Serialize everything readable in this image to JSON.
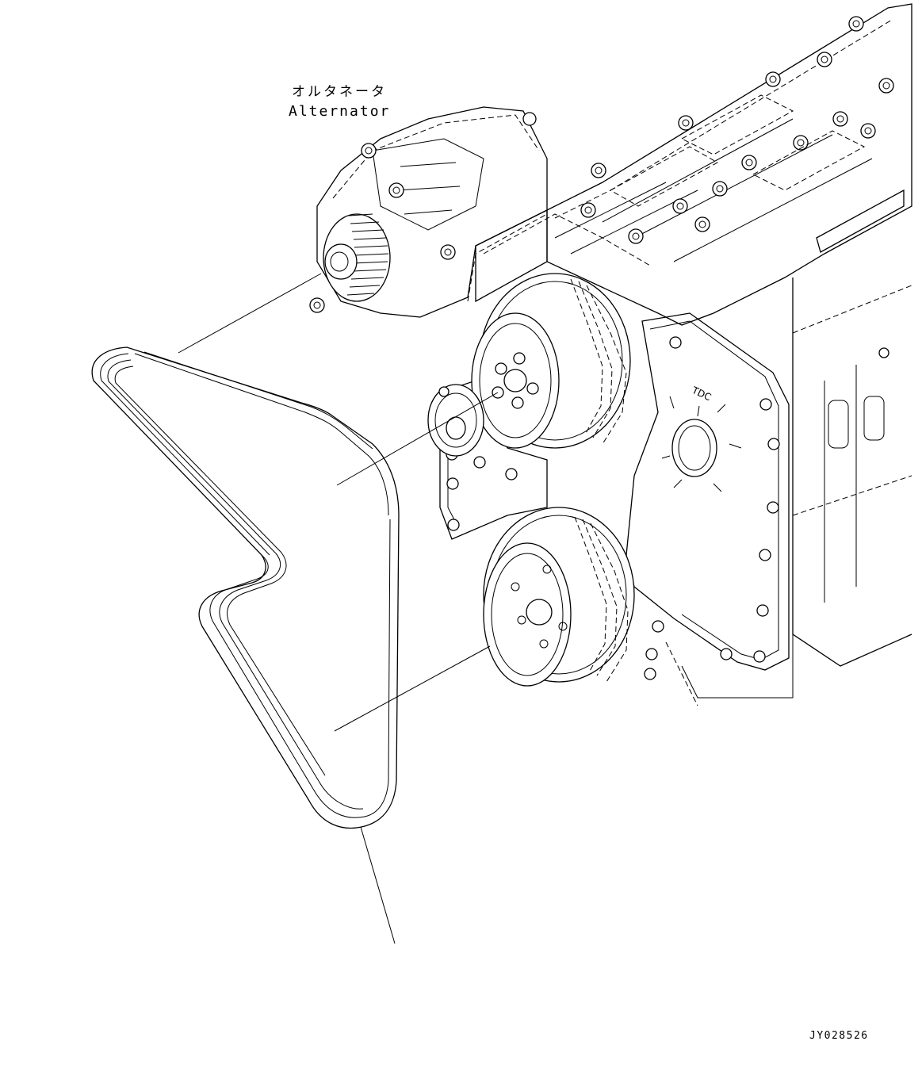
{
  "callouts": {
    "alternator_jp": "オルタネータ",
    "alternator_en": "Alternator"
  },
  "drawing_number": "JY028526"
}
